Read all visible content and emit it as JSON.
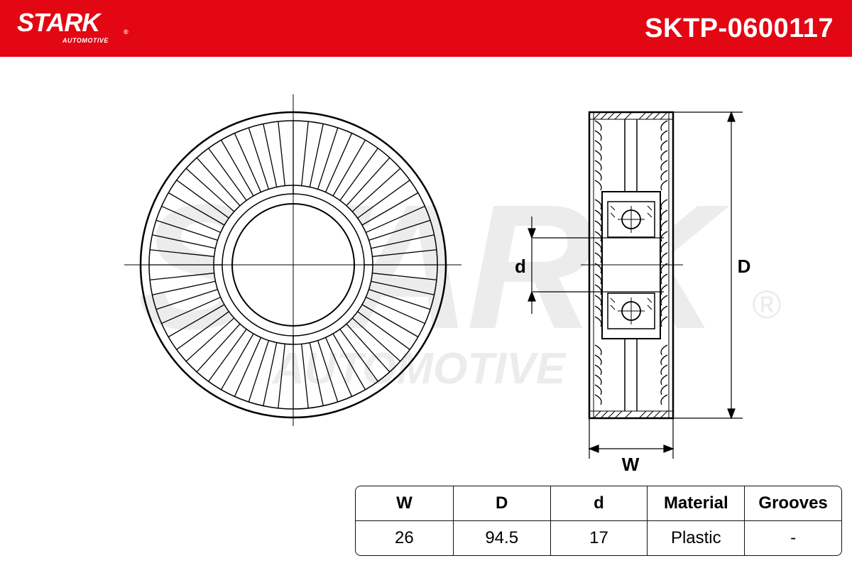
{
  "header": {
    "brand": "STARK",
    "brand_sub": "AUTOMOTIVE",
    "registered_mark": "®",
    "part_number": "SKTP-0600117",
    "color": "#e30613"
  },
  "watermark": {
    "text": "STARK",
    "sub": "AUTOMOTIVE",
    "registered_mark": "®",
    "color": "#ededed"
  },
  "drawing": {
    "labels": {
      "inner_diameter": "d",
      "outer_diameter": "D",
      "width": "W"
    }
  },
  "spec_table": {
    "headers": [
      "W",
      "D",
      "d",
      "Material",
      "Grooves"
    ],
    "values": [
      "26",
      "94.5",
      "17",
      "Plastic",
      "-"
    ]
  }
}
